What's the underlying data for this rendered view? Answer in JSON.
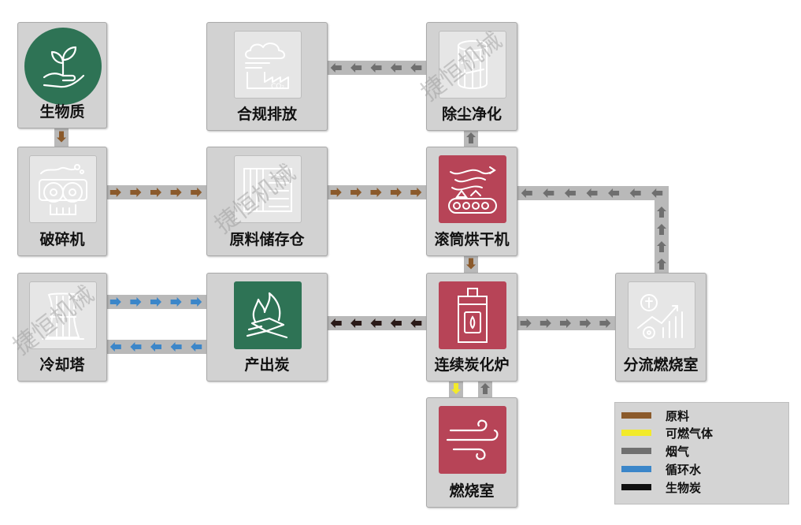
{
  "watermark": "捷恒机械",
  "colors": {
    "raw": "#8b5a2b",
    "gas": "#f2ea2a",
    "flue": "#6f6f6f",
    "water": "#3b86c9",
    "char": "#2a1a18",
    "band": "#b9b9b9"
  },
  "nodes": {
    "biomass": {
      "label": "生物质",
      "icon": "plant-in-hand-icon"
    },
    "crusher": {
      "label": "破碎机",
      "icon": "crusher-icon"
    },
    "storage": {
      "label": "原料储存仓",
      "icon": "storage-bin-icon"
    },
    "dryer": {
      "label": "滚筒烘干机",
      "icon": "conveyor-dryer-icon"
    },
    "dust": {
      "label": "除尘净化",
      "icon": "dust-filter-icon"
    },
    "emission": {
      "label": "合规排放",
      "icon": "factory-co2-icon"
    },
    "furnace": {
      "label": "连续炭化炉",
      "icon": "furnace-icon"
    },
    "splitter": {
      "label": "分流燃烧室",
      "icon": "chart-gear-icon"
    },
    "combustion": {
      "label": "燃烧室",
      "icon": "wind-icon"
    },
    "charcoal": {
      "label": "产出炭",
      "icon": "fire-charcoal-icon"
    },
    "cooling": {
      "label": "冷却塔",
      "icon": "cooling-tower-icon"
    }
  },
  "legend": [
    {
      "label": "原料",
      "color": "#8b5a2b"
    },
    {
      "label": "可燃气体",
      "color": "#f2ea2a"
    },
    {
      "label": "烟气",
      "color": "#6f6f6f"
    },
    {
      "label": "循环水",
      "color": "#3b86c9"
    },
    {
      "label": "生物炭",
      "color": "#2a1a18"
    }
  ]
}
